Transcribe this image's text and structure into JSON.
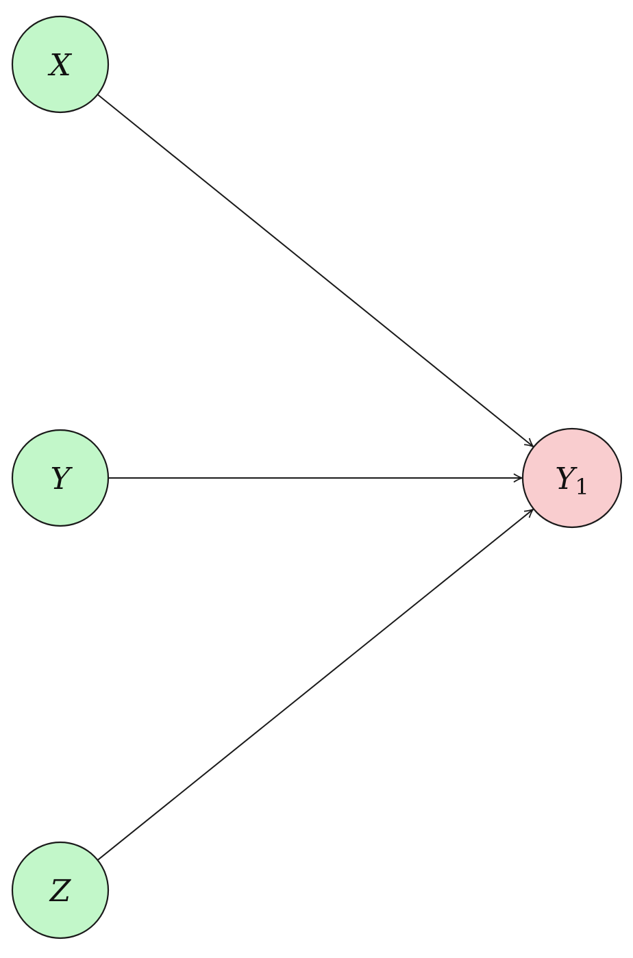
{
  "diagram": {
    "nodes": [
      {
        "id": "X",
        "label": "X",
        "subscript": "",
        "role": "input",
        "color": "#c2f7c9"
      },
      {
        "id": "Y",
        "label": "Y",
        "subscript": "",
        "role": "input",
        "color": "#c2f7c9"
      },
      {
        "id": "Z",
        "label": "Z",
        "subscript": "",
        "role": "input",
        "color": "#c2f7c9"
      },
      {
        "id": "Y1",
        "label": "Y",
        "subscript": "1",
        "role": "output",
        "color": "#f9cdcf"
      }
    ],
    "edges": [
      {
        "from": "X",
        "to": "Y1"
      },
      {
        "from": "Y",
        "to": "Y1"
      },
      {
        "from": "Z",
        "to": "Y1"
      }
    ],
    "colors": {
      "stroke": "#1a1a1a",
      "input_fill": "#c2f7c9",
      "output_fill": "#f9cdcf"
    }
  }
}
